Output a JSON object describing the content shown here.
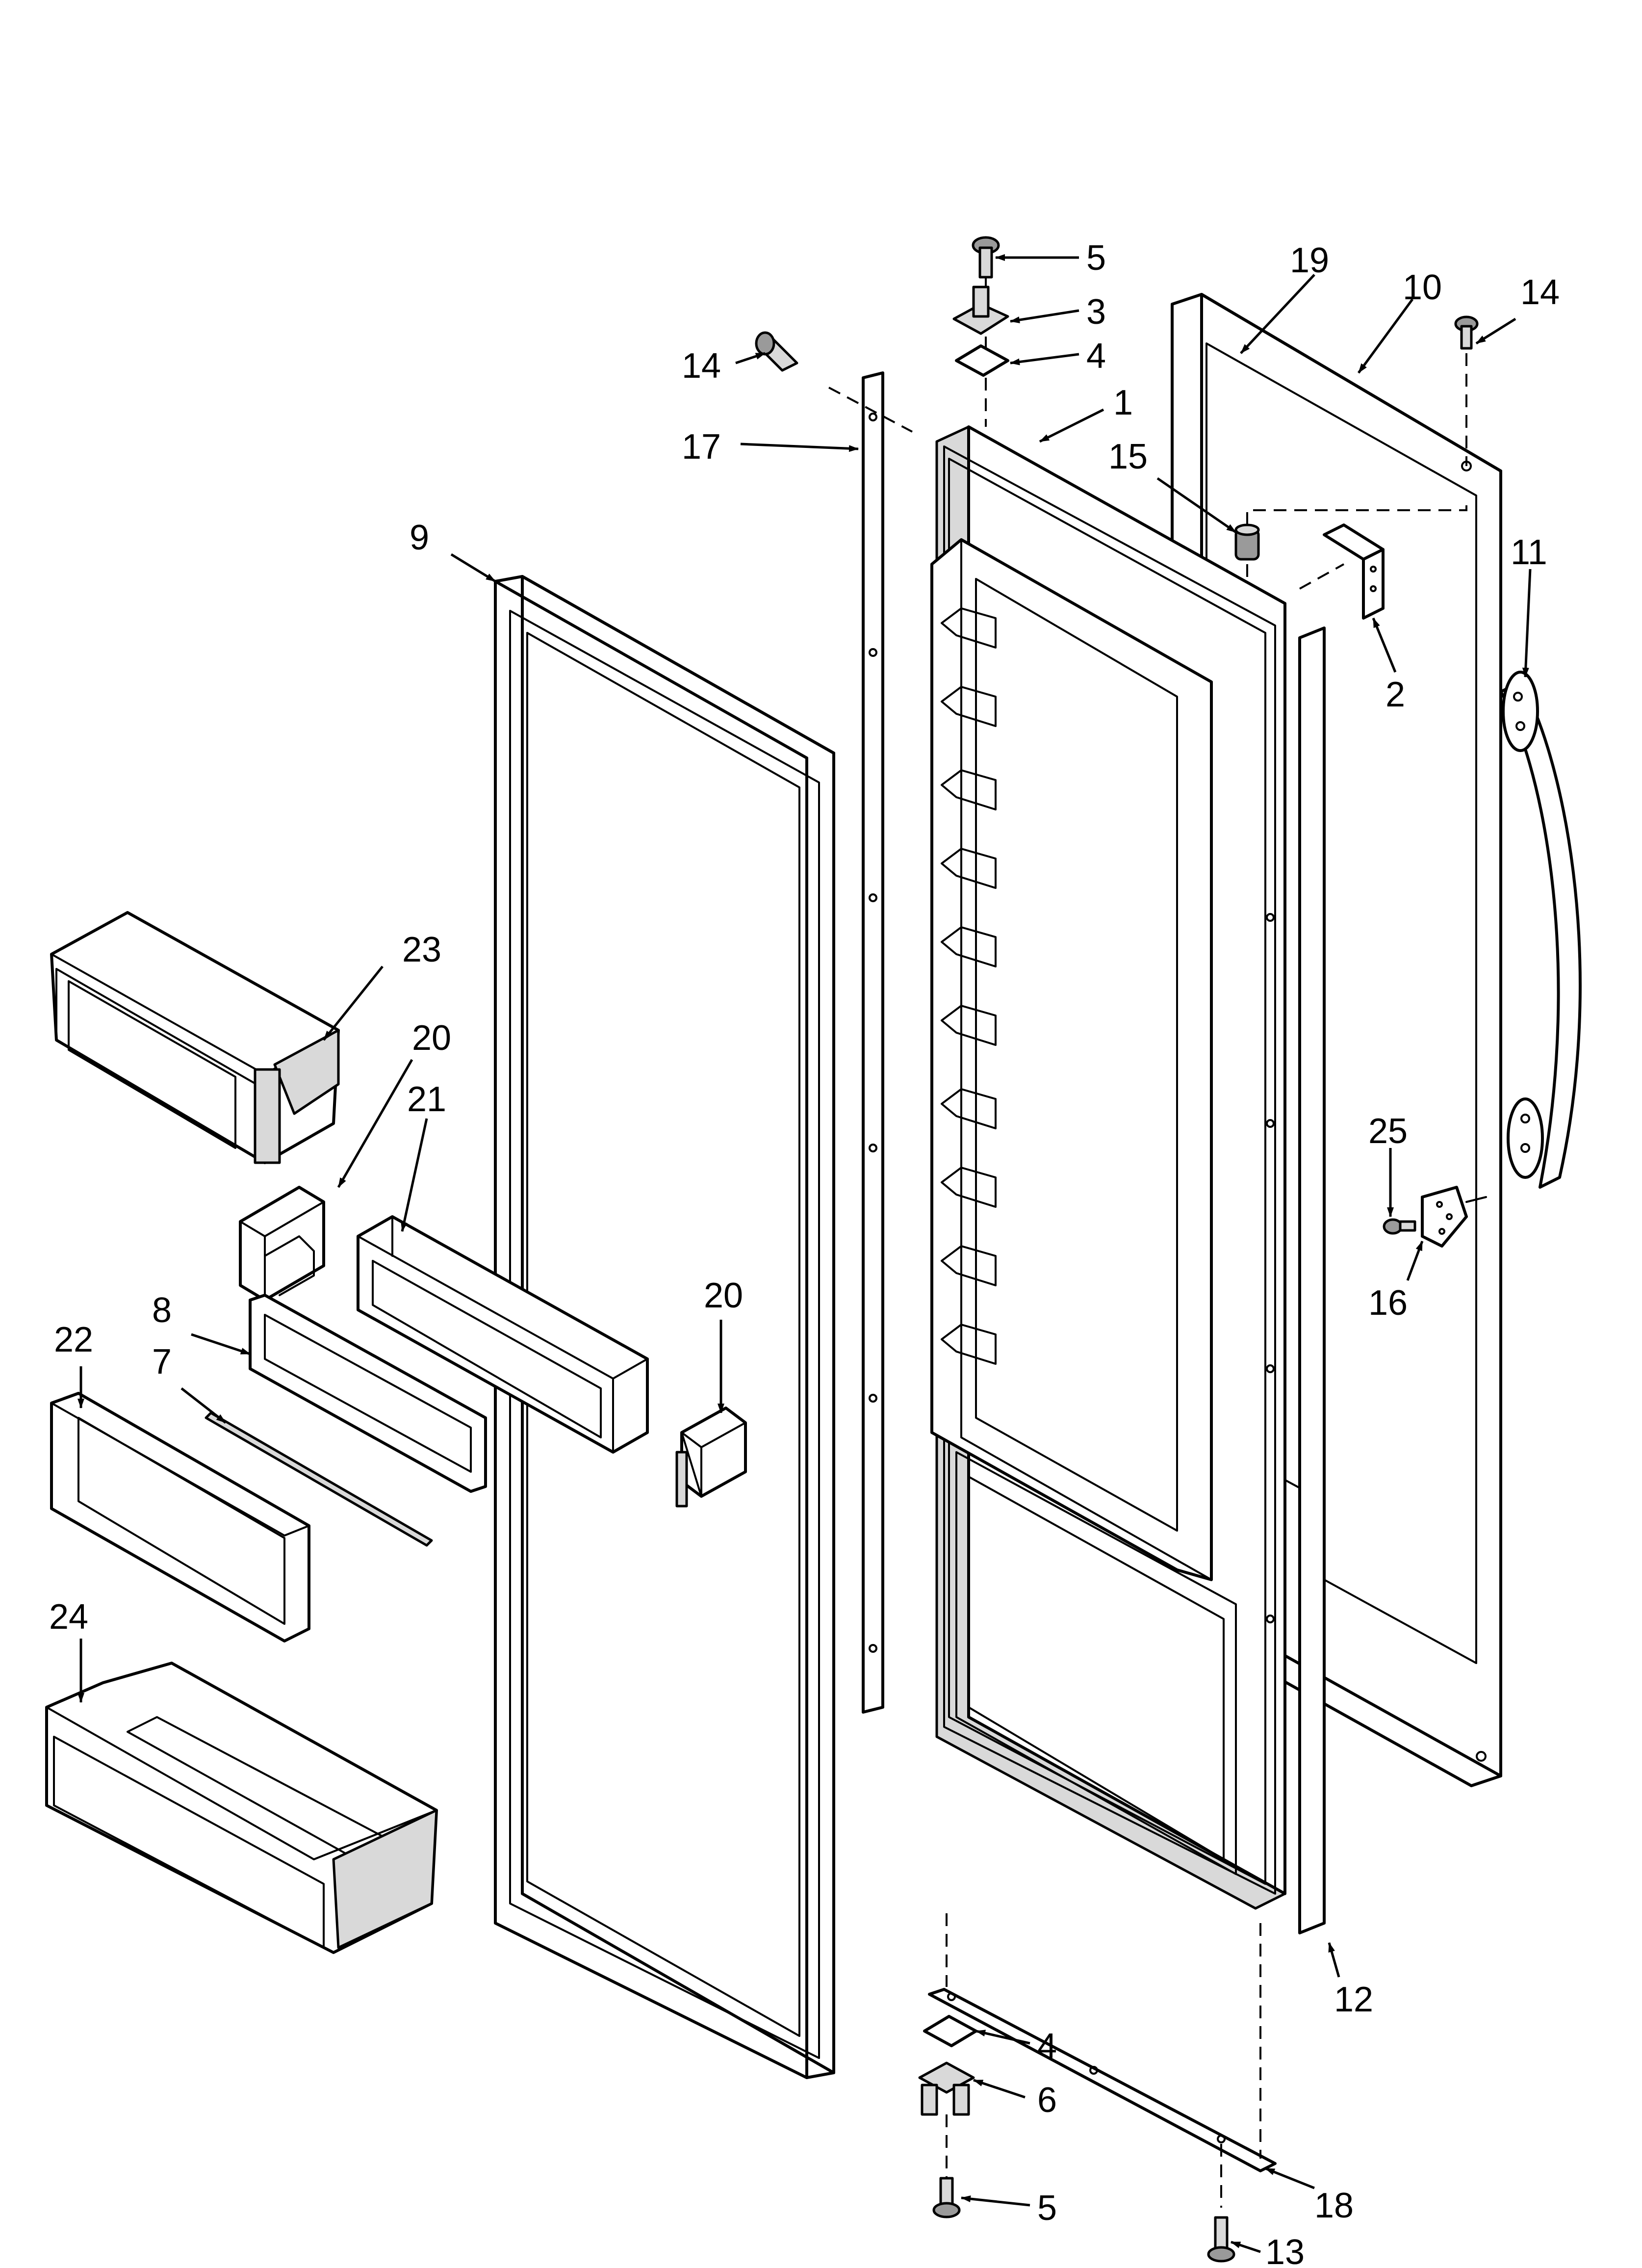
{
  "callouts": {
    "c1": "1",
    "c2": "2",
    "c3": "3",
    "c4a": "4",
    "c4b": "4",
    "c5a": "5",
    "c5b": "5",
    "c6": "6",
    "c7": "7",
    "c8": "8",
    "c9": "9",
    "c10": "10",
    "c11": "11",
    "c12": "12",
    "c13": "13",
    "c14a": "14",
    "c14b": "14",
    "c15": "15",
    "c16": "16",
    "c17": "17",
    "c18": "18",
    "c19": "19",
    "c20a": "20",
    "c20b": "20",
    "c21": "21",
    "c22": "22",
    "c23": "23",
    "c24": "24",
    "c25": "25"
  }
}
